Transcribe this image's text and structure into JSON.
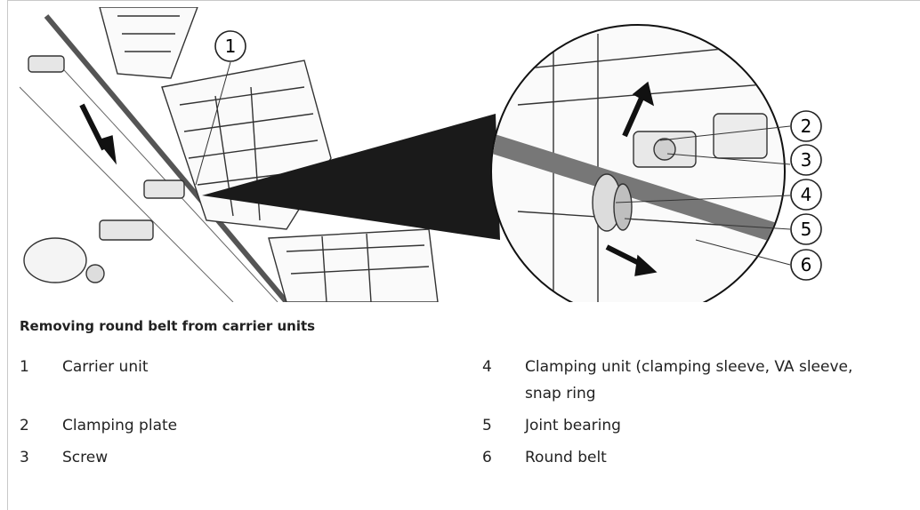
{
  "caption": "Removing round belt from carrier units",
  "callouts": [
    "1",
    "2",
    "3",
    "4",
    "5",
    "6"
  ],
  "legend": [
    {
      "num": "1",
      "text": "Carrier unit"
    },
    {
      "num": "2",
      "text": "Clamping plate"
    },
    {
      "num": "3",
      "text": "Screw"
    },
    {
      "num": "4",
      "text": "Clamping unit (clamping sleeve, VA sleeve, snap ring"
    },
    {
      "num": "5",
      "text": "Joint bearing"
    },
    {
      "num": "6",
      "text": "Round belt"
    }
  ]
}
